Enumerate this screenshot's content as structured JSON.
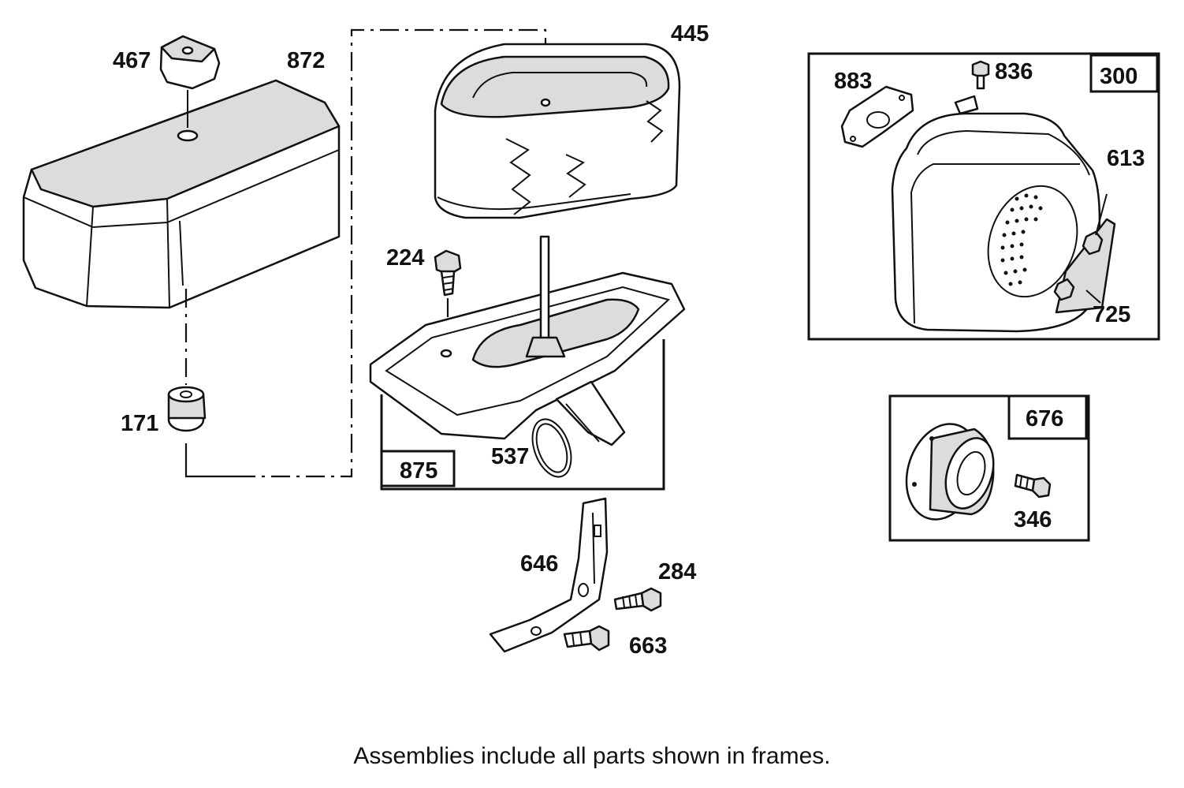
{
  "parts": {
    "p467": "467",
    "p872": "872",
    "p445": "445",
    "p224": "224",
    "p171": "171",
    "p875": "875",
    "p537": "537",
    "p646": "646",
    "p284": "284",
    "p663": "663",
    "p883": "883",
    "p836": "836",
    "p300": "300",
    "p613": "613",
    "p725": "725",
    "p676": "676",
    "p346": "346"
  },
  "footnote": "Assemblies include all parts shown in frames."
}
